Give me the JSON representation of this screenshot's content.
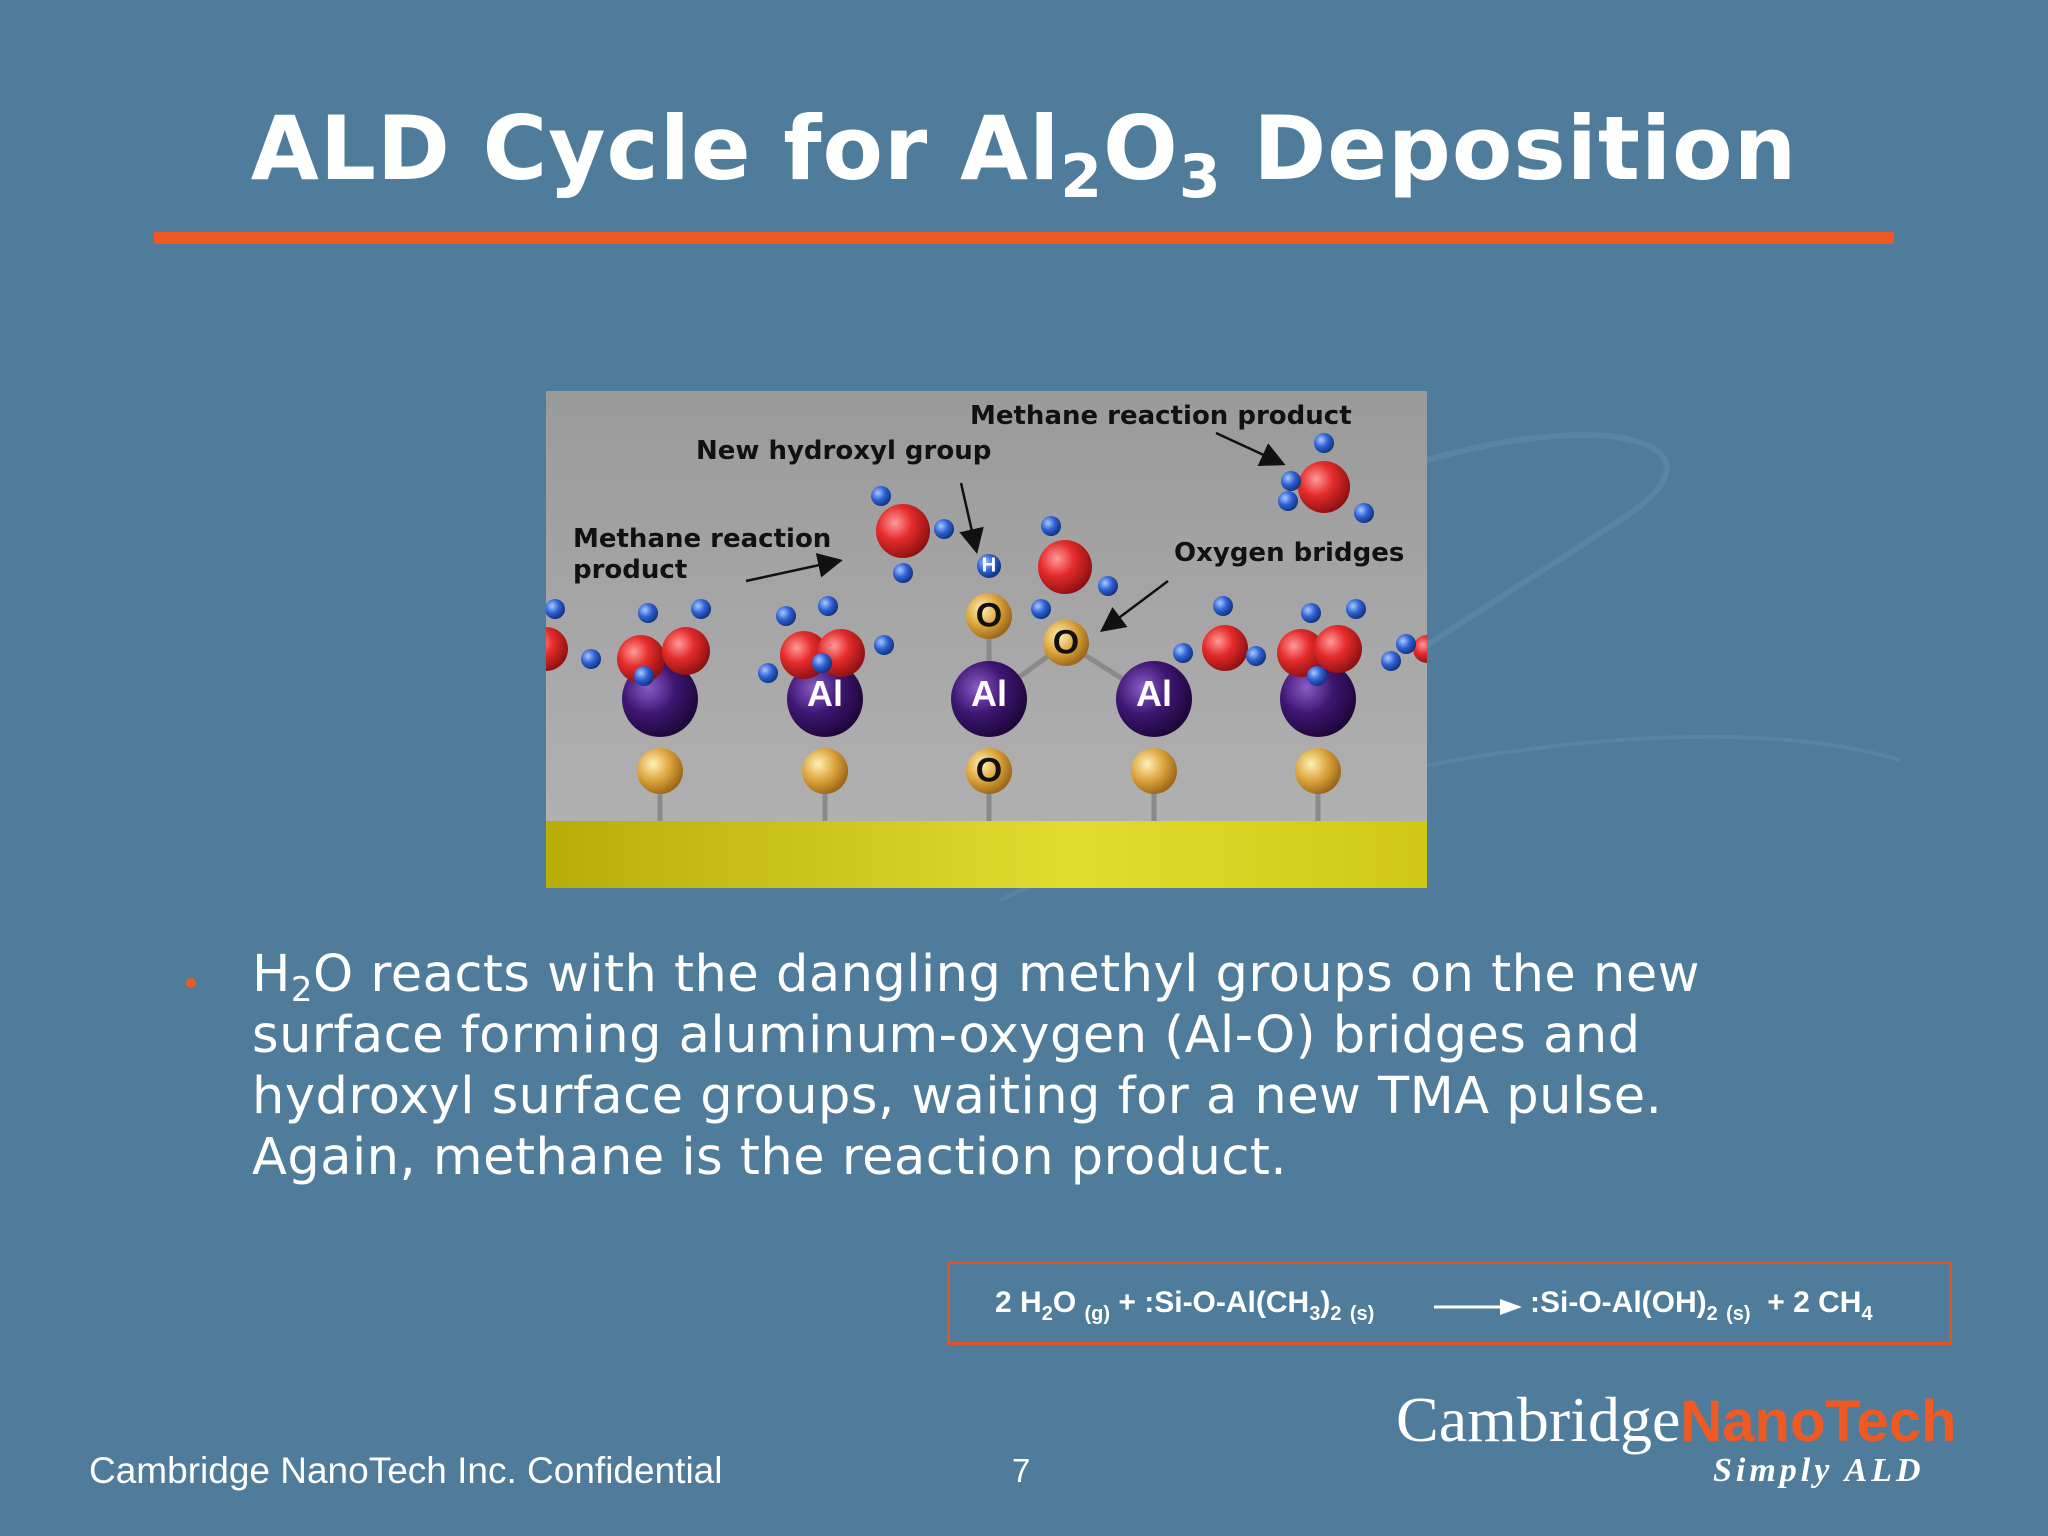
{
  "slide": {
    "title": {
      "pre": "ALD Cycle for Al",
      "sub1": "2",
      "mid": "O",
      "sub2": "3",
      "post": " Deposition"
    },
    "accent_color": "#f05a22",
    "background_color": "#4f7c9b"
  },
  "figure": {
    "labels": {
      "methane_top": "Methane reaction product",
      "hydroxyl": "New hydroxyl group",
      "methane_left": "Methane reaction\nproduct",
      "oxygen_bridges": "Oxygen bridges"
    },
    "atoms": {
      "al": "Al",
      "o": "O",
      "h": "H"
    }
  },
  "bullet": {
    "pre": "H",
    "sub": "2",
    "post": "O reacts with the dangling methyl groups on the new surface forming aluminum-oxygen (Al-O) bridges and hydroxyl surface groups, waiting for a new TMA pulse. Again, methane is the reaction product."
  },
  "equation": {
    "p1": "2 H",
    "p1_sub": "2",
    "p1b": "O",
    "p1_state": "(g)",
    "p2": " + :Si-O-Al(CH",
    "p2_sub": "3",
    "p2b": ")",
    "p2_sub2": "2",
    "p2_state": "(s)",
    "p3": ":Si-O-Al(OH)",
    "p3_sub": "2",
    "p3_state": "(s)",
    "p4": "+ 2 CH",
    "p4_sub": "4"
  },
  "footer": {
    "confidential": "Cambridge NanoTech Inc. Confidential",
    "page_number": "7",
    "brand_part1": "Cambridge",
    "brand_part2": "NanoTech",
    "tagline": "Simply ALD"
  }
}
